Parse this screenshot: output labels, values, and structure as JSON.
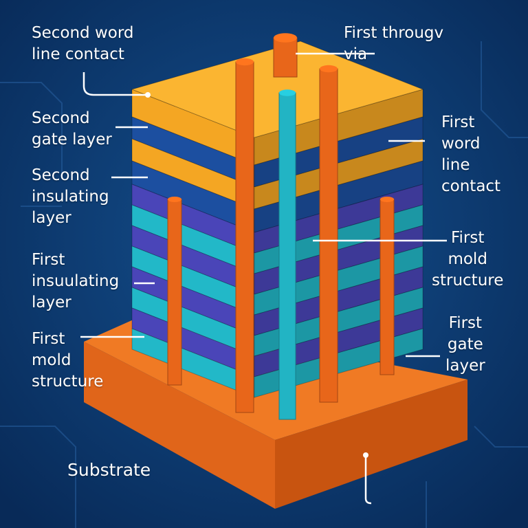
{
  "labels": {
    "second_word_line_contact": "Second word\nline contact",
    "first_through_via": "First througv\nvia",
    "second_gate_layer": "Second\ngate layer",
    "first_word_line_contact": "First\nword\nline\ncontact",
    "second_insulating_layer": "Second\ninsulating\nlayer",
    "first_mold_structure_right": "First\nmold\nstructure",
    "first_insulating_layer": "First\ninsuulating\nlayer",
    "first_gate_layer": "First\ngate\nlayer",
    "first_mold_structure_left": "First\nmold\nstructure",
    "substrate": "Substrate"
  },
  "colors": {
    "background": "#0b3468",
    "orange_layer": "#f4a623",
    "navy_layer": "#1c4fa0",
    "purple_layer": "#4a45b8",
    "teal_layer": "#22b8c8",
    "rod_orange": "#e8661a",
    "rod_teal": "#22b4c4",
    "substrate": "#e8701e"
  }
}
